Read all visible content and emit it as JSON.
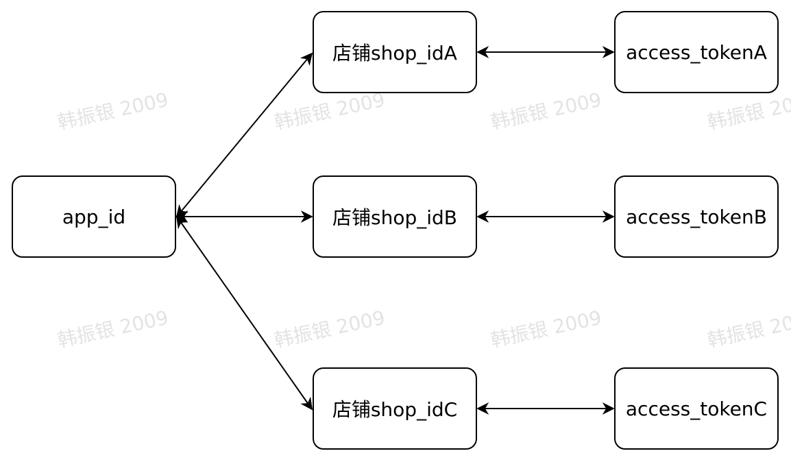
{
  "nodes": {
    "app": "app_id",
    "shop_a": "店铺shop_idA",
    "shop_b": "店铺shop_idB",
    "shop_c": "店铺shop_idC",
    "token_a": "access_tokenA",
    "token_b": "access_tokenB",
    "token_c": "access_tokenC"
  },
  "watermark": "韩振银 2009",
  "colors": {
    "stroke": "#000000",
    "background": "#ffffff",
    "watermark": "#e3e3e3"
  }
}
